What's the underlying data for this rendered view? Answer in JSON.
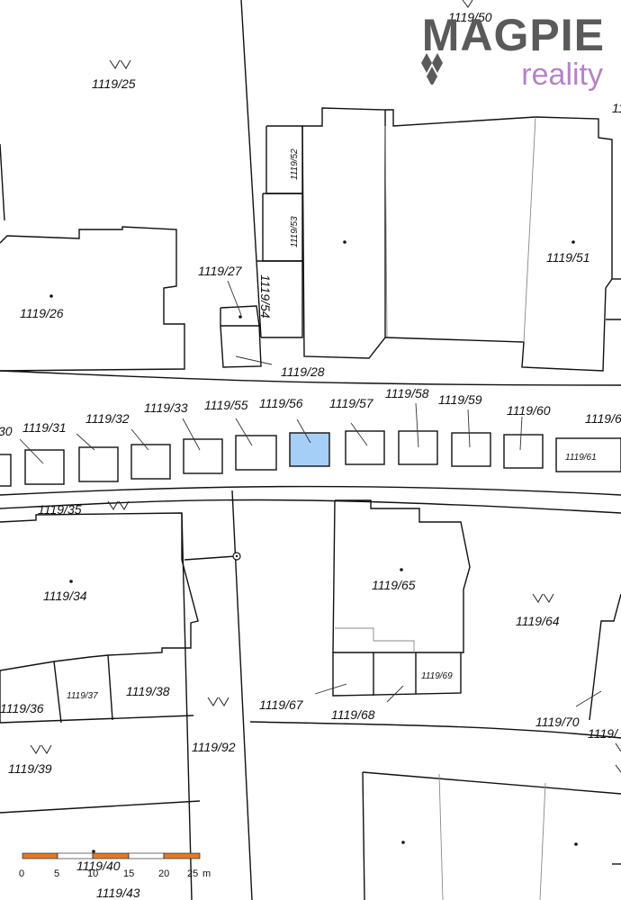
{
  "logo": {
    "brand": "MAGPIE",
    "sub": "reality",
    "brand_color": "#5a5a5a",
    "sub_color": "#b583c4"
  },
  "highlight_color": "#a6cff7",
  "parcels": {
    "p1119_50": "1119/50",
    "p1119_25": "1119/25",
    "p1119_26": "1119/26",
    "p1119_27": "1119/27",
    "p1119_52": "1119/52",
    "p1119_53": "1119/53",
    "p1119_54": "1119/54",
    "p1119_51": "1119/51",
    "p1119_28": "1119/28",
    "p1119_30": "30",
    "p1119_31": "1119/31",
    "p1119_32": "1119/32",
    "p1119_33": "1119/33",
    "p1119_55": "1119/55",
    "p1119_56": "1119/56",
    "p1119_57": "1119/57",
    "p1119_58": "1119/58",
    "p1119_59": "1119/59",
    "p1119_60": "1119/60",
    "p1119_61": "1119/61",
    "p1119_6x": "1119/6",
    "p1119_35": "1119/35",
    "p1119_34": "1119/34",
    "p1119_65": "1119/65",
    "p1119_64": "1119/64",
    "p1119_36": "1119/36",
    "p1119_37": "1119/37",
    "p1119_38": "1119/38",
    "p1119_69": "1119/69",
    "p1119_67": "1119/67",
    "p1119_68": "1119/68",
    "p1119_70": "1119/70",
    "p1119_92": "1119/92",
    "p1119_39": "1119/39",
    "p1119_40": "1119/40",
    "p1119_43": "1119/43",
    "p1119_edge": "1119/"
  },
  "scale": {
    "ticks": [
      "0",
      "5",
      "10",
      "15",
      "20",
      "25"
    ],
    "unit": "m",
    "color": "#e07a2e"
  }
}
